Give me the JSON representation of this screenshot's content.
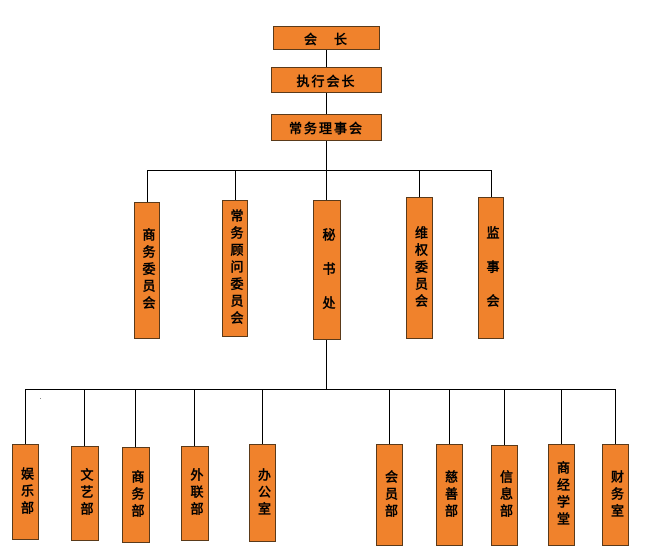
{
  "colors": {
    "box_fill": "#f0822c",
    "box_border": "#5a3a1a",
    "line": "#000000"
  },
  "top_chain": [
    {
      "id": "president",
      "label": "会　长"
    },
    {
      "id": "executive-president",
      "label": "执行会长"
    },
    {
      "id": "standing-council",
      "label": "常务理事会"
    }
  ],
  "level2": [
    {
      "id": "commerce-committee",
      "label": "商务委员会"
    },
    {
      "id": "advisory-committee",
      "label": "常务顾问委员会"
    },
    {
      "id": "secretariat",
      "label": "秘　书　处"
    },
    {
      "id": "rights-committee",
      "label": "维权委员会"
    },
    {
      "id": "supervisory-board",
      "label": "监　事　会"
    }
  ],
  "level3": [
    {
      "id": "entertainment-dept",
      "label": "娱乐部"
    },
    {
      "id": "arts-dept",
      "label": "文艺部"
    },
    {
      "id": "business-dept",
      "label": "商务部"
    },
    {
      "id": "liaison-dept",
      "label": "外联部"
    },
    {
      "id": "office",
      "label": "办公室"
    },
    {
      "id": "membership-dept",
      "label": "会员部"
    },
    {
      "id": "charity-dept",
      "label": "慈善部"
    },
    {
      "id": "info-dept",
      "label": "信息部"
    },
    {
      "id": "economics-office",
      "label": "商经学堂"
    },
    {
      "id": "finance-office",
      "label": "财务室"
    }
  ]
}
